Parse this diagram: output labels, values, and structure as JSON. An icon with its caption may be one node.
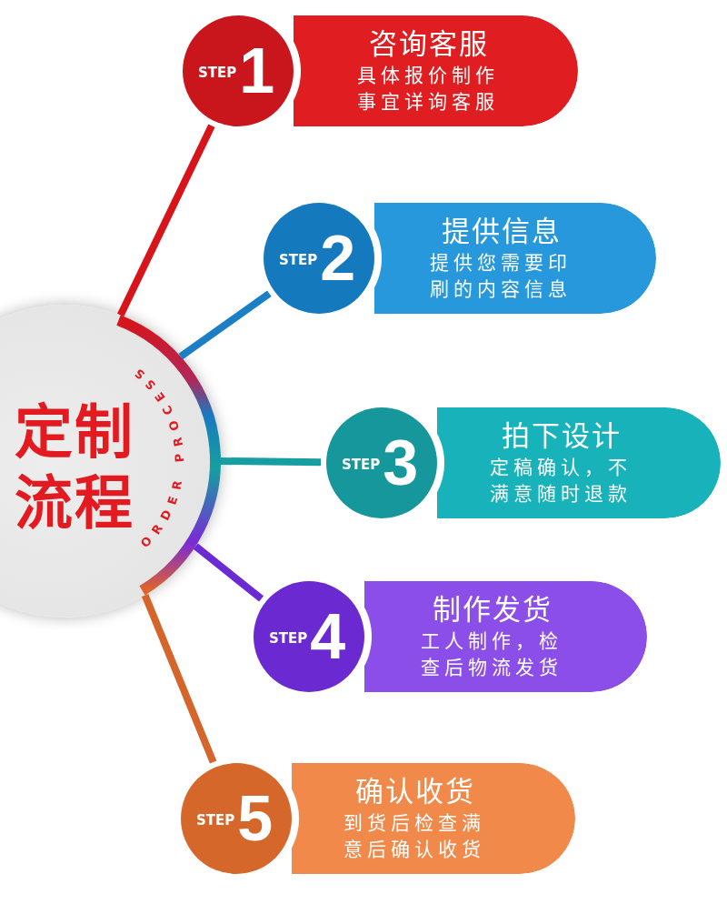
{
  "diagram": {
    "nodes": [
      {
        "text": [
          "定制流程",
          "ORDER PROCESS"
        ]
      },
      {
        "text": [
          "STEP",
          "1"
        ]
      },
      {
        "text": [
          "咨询客服",
          "具体报价制作事宜详询客服"
        ]
      },
      {
        "text": [
          "STEP",
          "2"
        ]
      },
      {
        "text": [
          "提供信息",
          "提供您需要印刷的内容信息"
        ]
      },
      {
        "text": [
          "STEP",
          "3"
        ]
      },
      {
        "text": [
          "拍下设计",
          "定稿确认，不满意随时退款"
        ]
      },
      {
        "text": [
          "STEP",
          "4"
        ]
      },
      {
        "text": [
          "制作发货",
          "工人制作，检查后物流发货"
        ]
      },
      {
        "text": [
          "STEP",
          "5"
        ]
      },
      {
        "text": [
          "确认收货",
          "到货后检查满意后确认收货"
        ]
      }
    ],
    "edges": [
      {
        "from": 0,
        "to": 1,
        "arrow": "none",
        "color": "#d7141a"
      },
      {
        "from": 0,
        "to": 3,
        "arrow": "none",
        "color": "#1a7fc4"
      },
      {
        "from": 0,
        "to": 5,
        "arrow": "none",
        "color": "#169ea3"
      },
      {
        "from": 0,
        "to": 7,
        "arrow": "none",
        "color": "#6a2bd4"
      },
      {
        "from": 0,
        "to": 9,
        "arrow": "none",
        "color": "#d5662b"
      }
    ]
  }
}
